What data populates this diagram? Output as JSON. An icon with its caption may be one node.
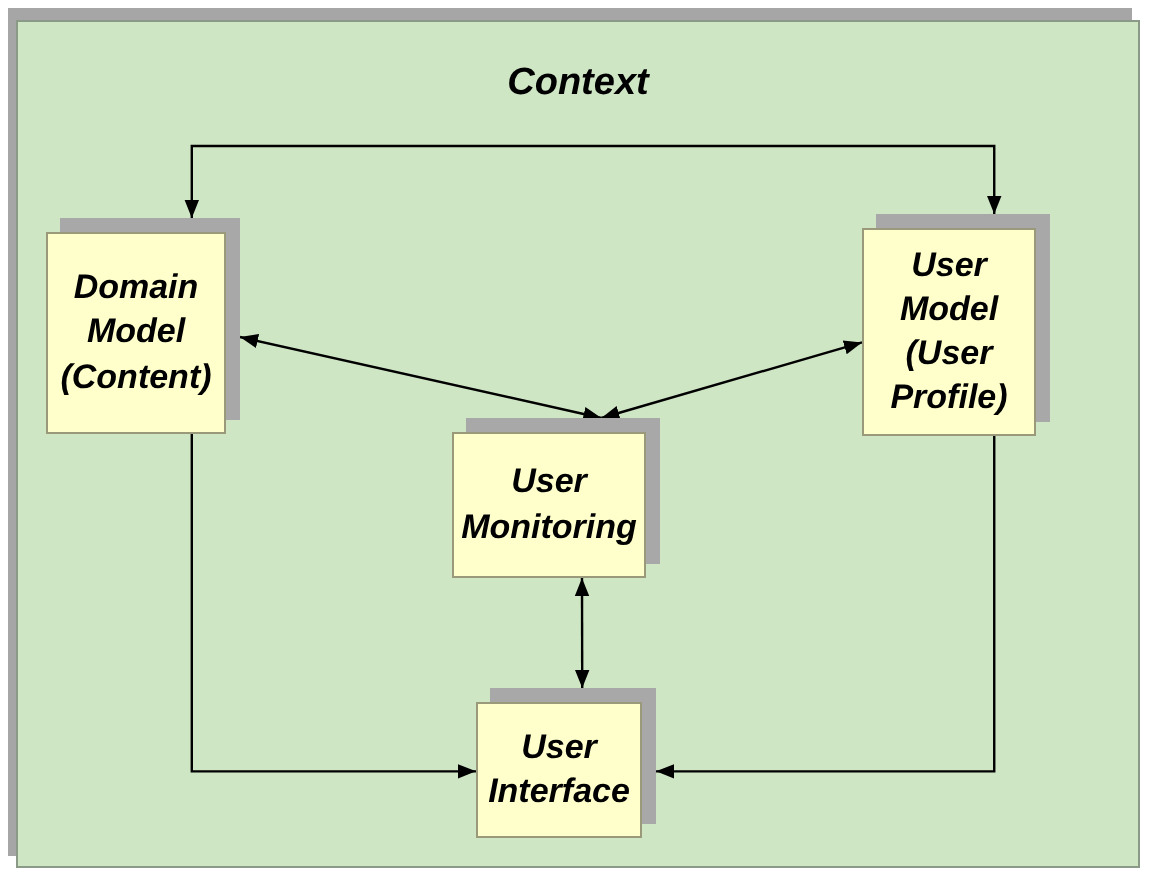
{
  "diagram": {
    "nodes": [
      {
        "text": [
          "Context"
        ]
      },
      {
        "text": [
          "Domain Model (Content)"
        ],
        "in": 0
      },
      {
        "text": [
          "User Model (User Profile)"
        ],
        "in": 0
      },
      {
        "text": [
          "User Monitoring"
        ],
        "in": 0
      },
      {
        "text": [
          "User Interface"
        ],
        "in": 0
      }
    ],
    "edges": [
      {
        "from": 1,
        "to": 2,
        "arrow": "both"
      },
      {
        "from": 1,
        "to": 3,
        "arrow": "both"
      },
      {
        "from": 2,
        "to": 3,
        "arrow": "both"
      },
      {
        "from": 3,
        "to": 4,
        "arrow": "both"
      },
      {
        "from": 1,
        "to": 4,
        "arrow": "to"
      },
      {
        "from": 2,
        "to": 4,
        "arrow": "to"
      }
    ]
  }
}
